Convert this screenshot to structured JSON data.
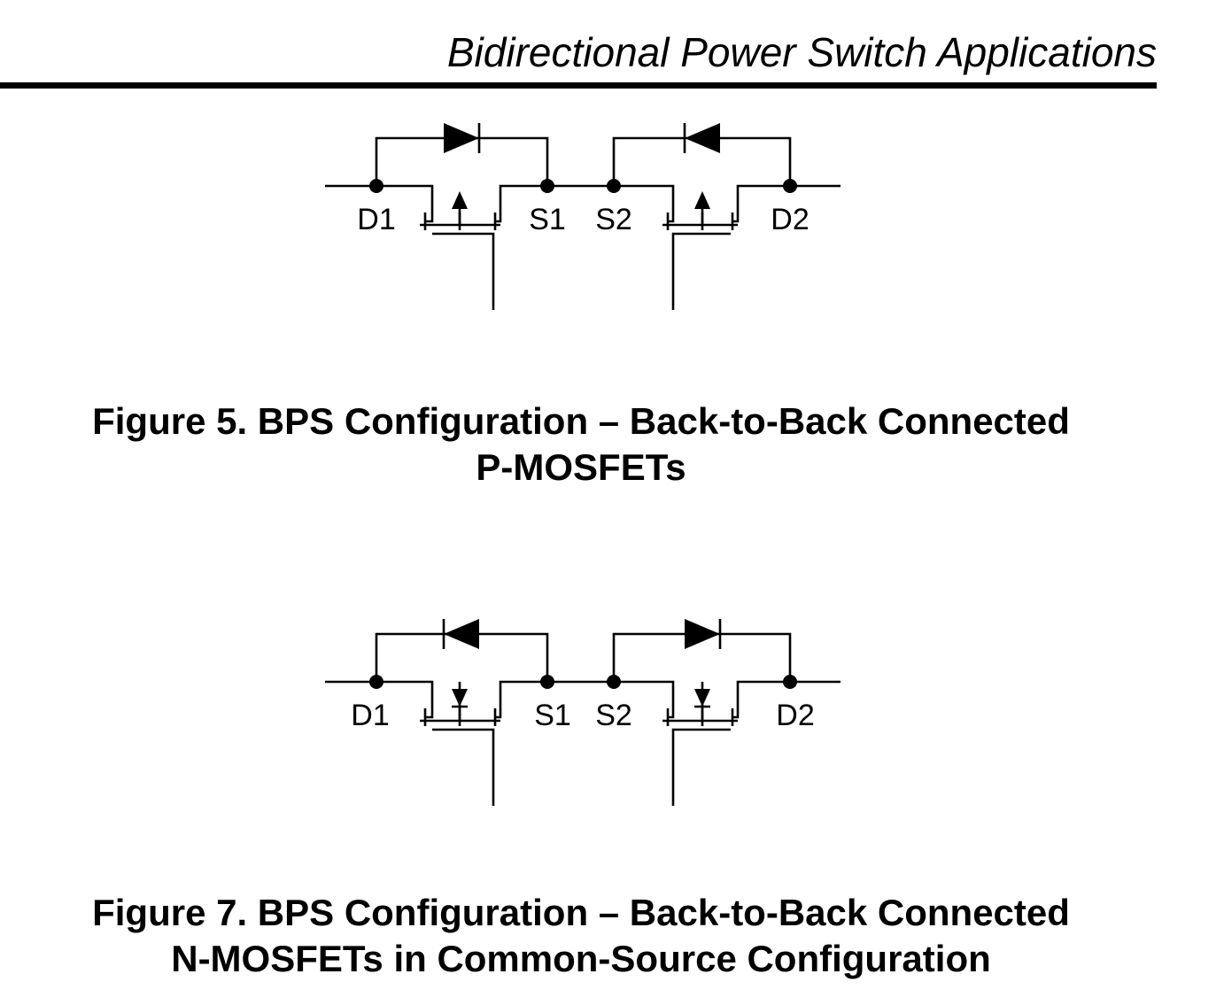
{
  "header": {
    "title": "Bidirectional Power Switch Applications"
  },
  "figures": [
    {
      "id": "fig5",
      "caption_line1": "Figure 5. BPS Configuration – Back-to-Back Connected",
      "caption_line2": "P-MOSFETs",
      "pins": {
        "d1": "D1",
        "s1": "S1",
        "s2": "S2",
        "d2": "D2"
      }
    },
    {
      "id": "fig7",
      "caption_line1": "Figure 7. BPS Configuration – Back-to-Back Connected",
      "caption_line2": "N-MOSFETs in Common-Source Configuration",
      "pins": {
        "d1": "D1",
        "s1": "S1",
        "s2": "S2",
        "d2": "D2"
      }
    }
  ]
}
